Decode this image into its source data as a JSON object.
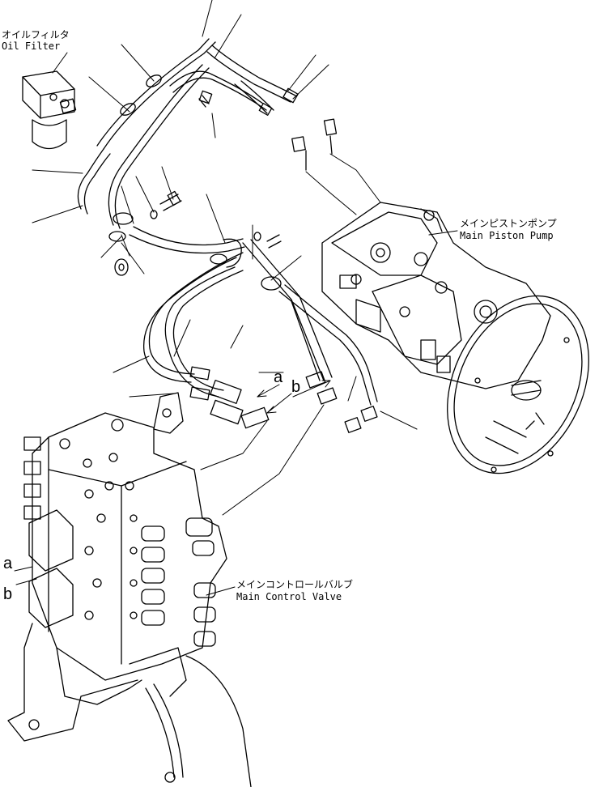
{
  "labels": {
    "oil_filter": {
      "jp": "オイルフィルタ",
      "en": "Oil Filter"
    },
    "main_piston_pump": {
      "jp": "メインピストンポンプ",
      "en": "Main Piston Pump"
    },
    "main_control_valve": {
      "jp": "メインコントロールバルブ",
      "en": "Main Control Valve"
    }
  },
  "markers": {
    "a_upper": "a",
    "b_upper": "b",
    "a_lower": "a",
    "b_lower": "b"
  },
  "colors": {
    "line": "#000000",
    "background": "#ffffff"
  }
}
